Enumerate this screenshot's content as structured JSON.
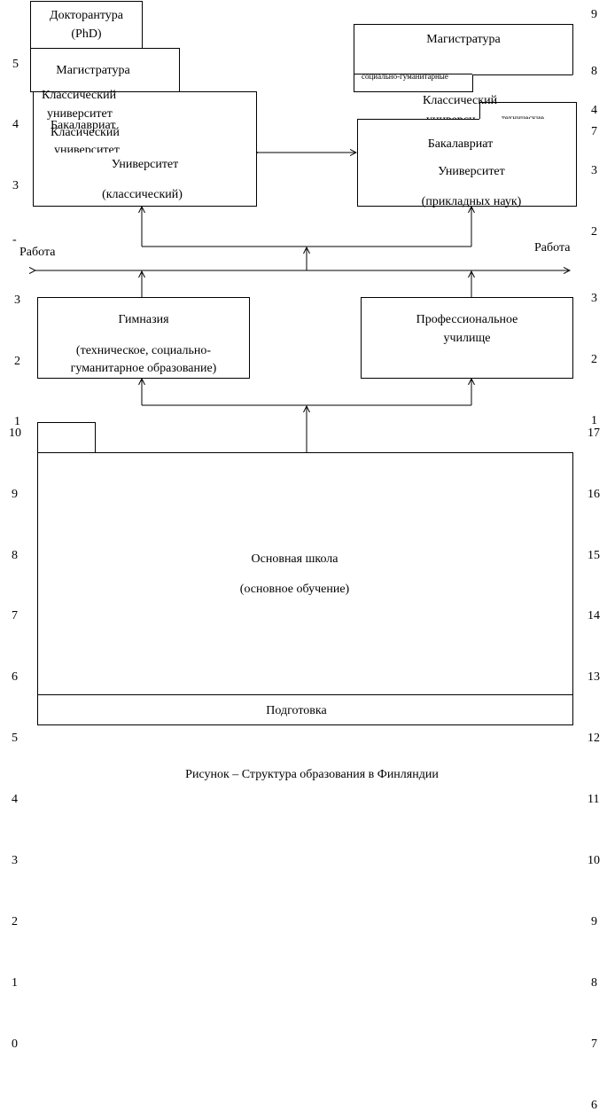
{
  "left_scale": {
    "upper": [
      "5",
      "4",
      "3",
      "-",
      "3",
      "2",
      "1"
    ],
    "lower": [
      "10",
      "9",
      "8",
      "7",
      "6",
      "5",
      "4",
      "3",
      "2",
      "1",
      "0"
    ]
  },
  "right_scale": {
    "upper": [
      "9",
      "8",
      "4",
      "7",
      "3",
      "2",
      "3",
      "2",
      "1"
    ],
    "lower": [
      "17",
      "16",
      "15",
      "14",
      "13",
      "12",
      "11",
      "10",
      "9",
      "8",
      "7",
      "6"
    ]
  },
  "left_university": {
    "doctorate": {
      "line1": "Докторантура",
      "line2": "(PhD)"
    },
    "masters": "Магистратура",
    "classical1": {
      "line1": "Классический",
      "line2": "университет"
    },
    "bachelor": "Бакалавриат",
    "classical2": {
      "line1": "Класический",
      "line2": "университет"
    },
    "university": "Университет",
    "type": "(классический)"
  },
  "right_university": {
    "masters": "Магистратура",
    "humanities": "социально-гуманитарные",
    "classical": {
      "line1": "Классический",
      "line2": "универси"
    },
    "technical": "технические",
    "bachelor": "Бакалавриат",
    "university": "Университет",
    "type": "(прикладных наук)"
  },
  "work_left": "Работа",
  "work_right": "Работа",
  "gymnasium": {
    "title": "Гимназия",
    "line1": "(техническое, социально-",
    "line2": "гуманитарное образование)"
  },
  "vocational": {
    "line1": "Профессиональное",
    "line2": "училище"
  },
  "basic_school": {
    "title": "Основная школа",
    "subtitle": "(основное обучение)"
  },
  "preparation": "Подготовка",
  "caption": "Рисунок – Структура образования в Финляндии"
}
